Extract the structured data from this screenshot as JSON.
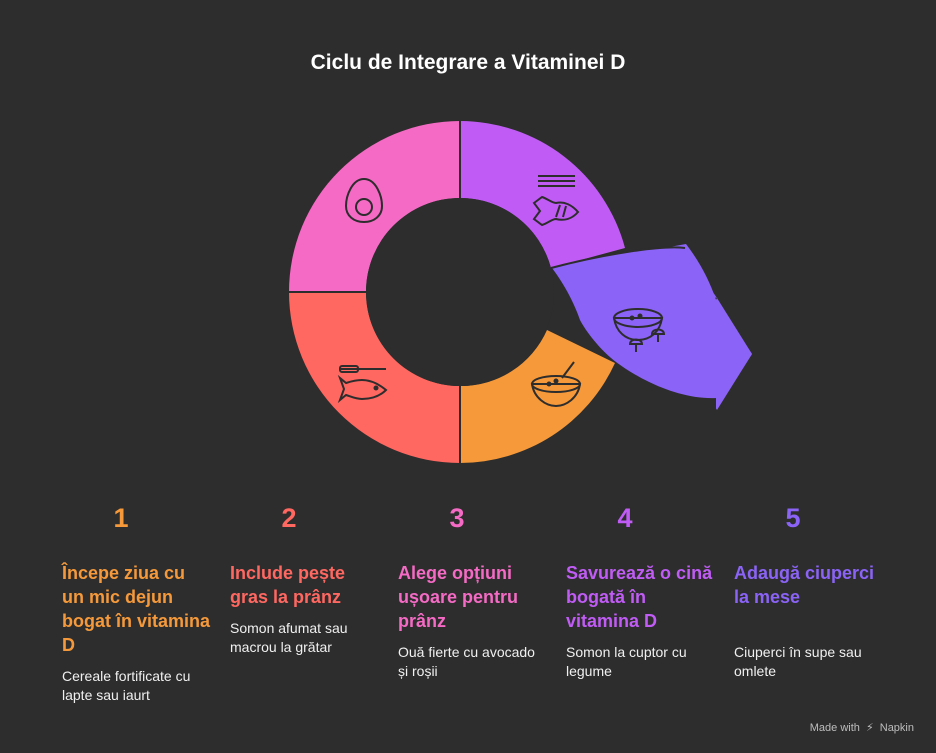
{
  "title": "Ciclu de Integrare a Vitaminei D",
  "colors": {
    "background": "#2d2d2d",
    "step1": "#f5993a",
    "step2": "#ff6761",
    "step3": "#f46ac4",
    "step4": "#c05cf5",
    "step5": "#8b63f7"
  },
  "steps": [
    {
      "number": "1",
      "heading": "Începe ziua cu un mic dejun bogat în vitamina D",
      "description": "Cereale fortificate cu lapte sau iaurt",
      "icon": "porridge-bowl-icon"
    },
    {
      "number": "2",
      "heading": "Include pește gras la prânz",
      "description": "Somon afumat sau macrou la grătar",
      "icon": "fish-knife-icon"
    },
    {
      "number": "3",
      "heading": "Alege opțiuni ușoare pentru prânz",
      "description": "Ouă fierte cu avocado și roșii",
      "icon": "egg-icon"
    },
    {
      "number": "4",
      "heading": "Savurează o cină bogată în vitamina D",
      "description": "Somon la cuptor cu legume",
      "icon": "baked-fish-icon"
    },
    {
      "number": "5",
      "heading": "Adaugă ciuperci la mese",
      "description": "Ciuperci în supe sau omlete",
      "icon": "mushroom-soup-icon"
    }
  ],
  "footer": {
    "made_with": "Made with",
    "brand": "Napkin"
  }
}
